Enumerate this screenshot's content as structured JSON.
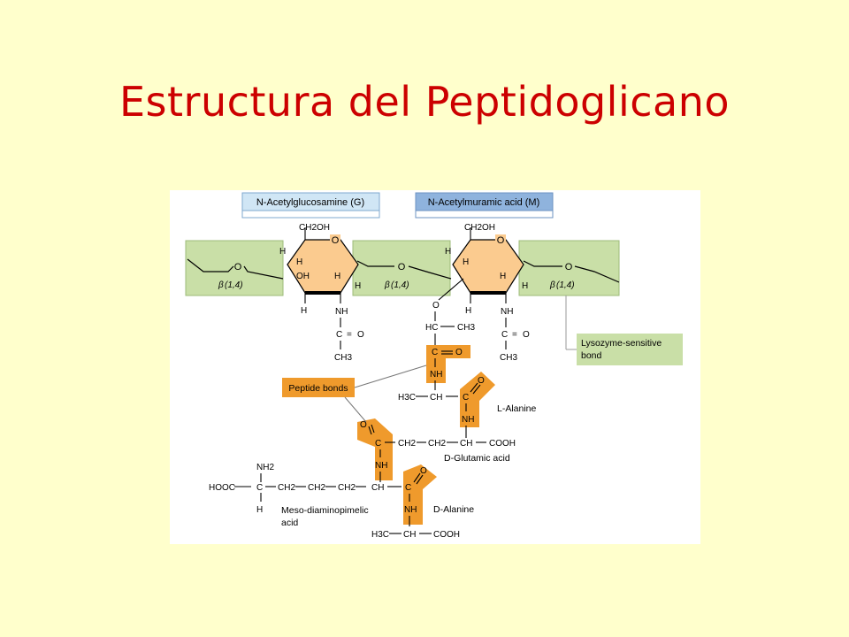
{
  "slide": {
    "title": "Estructura del Peptidoglicano"
  },
  "diagram": {
    "headers": {
      "nag": "N-Acetylglucosamine  (G)",
      "nam": "N-Acetylmuramic acid  (M)"
    },
    "bond_labels": [
      "(1,4)",
      "(1,4)",
      "(1,4)"
    ],
    "beta": "β",
    "ring_atoms": {
      "ring_o": "O",
      "link_o": "O",
      "h": "H",
      "oh": "OH",
      "nh": "NH",
      "c": "C",
      "eq": "=",
      "ch3": "CH3",
      "ch2oh": "CH2OH",
      "hc": "HC",
      "ch": "CH"
    },
    "callouts": {
      "peptide_bonds": "Peptide bonds",
      "lysozyme": [
        "Lysozyme-sensitive",
        "bond"
      ]
    },
    "peptide": {
      "l_alanine": "L-Alanine",
      "d_glutamic": "D-Glutamic acid",
      "d_alanine": "D-Alanine",
      "meso_dap": [
        "Meso-diaminopimelic",
        "acid"
      ],
      "h3c": "H3C",
      "cooh": "COOH",
      "hooc": "HOOC",
      "nh2": "NH2",
      "ch2": "CH2"
    },
    "colors": {
      "green_band": "#c9dfa7",
      "ring_fill": "#fbcb8f",
      "peptide_orange": "#ef9a2c",
      "nag_header": "#d0e6f5",
      "nam_header": "#8fb3dd",
      "title_red": "#cc0000",
      "slide_bg": "#ffffcc"
    }
  }
}
